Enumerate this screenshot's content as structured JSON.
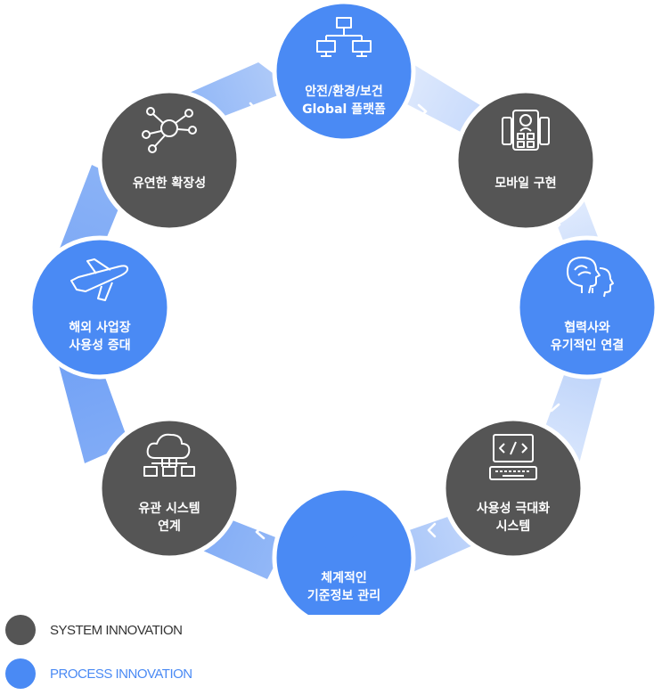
{
  "colors": {
    "system": "#555555",
    "process": "#4A8AF4",
    "ring_dark": "#7EAAF6",
    "ring_light": "#CCDDFB"
  },
  "nodes": [
    {
      "id": "global-platform",
      "kind": "process",
      "icon": "network-computers-icon",
      "lines": [
        "안전/환경/보건",
        "Global 플랫폼"
      ]
    },
    {
      "id": "mobile",
      "kind": "system",
      "icon": "mobile-app-icon",
      "lines": [
        "모바일 구현"
      ]
    },
    {
      "id": "partner",
      "kind": "process",
      "icon": "heads-connection-icon",
      "lines": [
        "협력사와",
        "유기적인 연결"
      ]
    },
    {
      "id": "ux-system",
      "kind": "system",
      "icon": "code-keyboard-icon",
      "lines": [
        "사용성 극대화",
        "시스템"
      ]
    },
    {
      "id": "master-data",
      "kind": "process",
      "icon": "document-search-icon",
      "lines": [
        "체계적인",
        "기준정보 관리"
      ]
    },
    {
      "id": "related-system",
      "kind": "system",
      "icon": "cloud-network-icon",
      "lines": [
        "유관 시스템",
        "연계"
      ]
    },
    {
      "id": "overseas",
      "kind": "process",
      "icon": "airplane-icon",
      "lines": [
        "해외 사업장",
        "사용성 증대"
      ]
    },
    {
      "id": "extensibility",
      "kind": "system",
      "icon": "hub-nodes-icon",
      "lines": [
        "유연한 확장성"
      ]
    }
  ],
  "legend": [
    {
      "kind": "system",
      "label": "SYSTEM INNOVATION"
    },
    {
      "kind": "process",
      "label": "PROCESS INNOVATION"
    }
  ]
}
